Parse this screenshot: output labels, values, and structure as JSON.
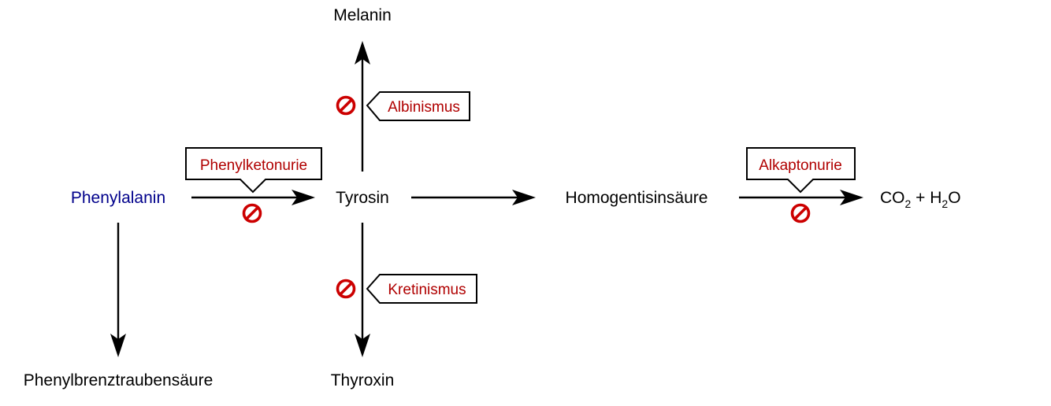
{
  "nodes": {
    "phenylalanin": "Phenylalanin",
    "tyrosin": "Tyrosin",
    "melanin": "Melanin",
    "thyroxin": "Thyroxin",
    "homogentisinsaeure": "Homogentisinsäure",
    "phenylbrenztraubensaeure": "Phenylbrenztraubensäure",
    "product": {
      "co": "CO",
      "sub1": "2",
      "plus": " + H",
      "sub2": "2",
      "o": "O"
    }
  },
  "disorders": {
    "phenylketonurie": "Phenylketonurie",
    "albinismus": "Albinismus",
    "kretinismus": "Kretinismus",
    "alkaptonurie": "Alkaptonurie"
  },
  "colors": {
    "phenylalanin_text": "#00008b",
    "disorder_text": "#b00000",
    "block_symbol": "#cc0000",
    "arrows": "#000000"
  },
  "icons": {
    "block": "prohibition-icon"
  }
}
